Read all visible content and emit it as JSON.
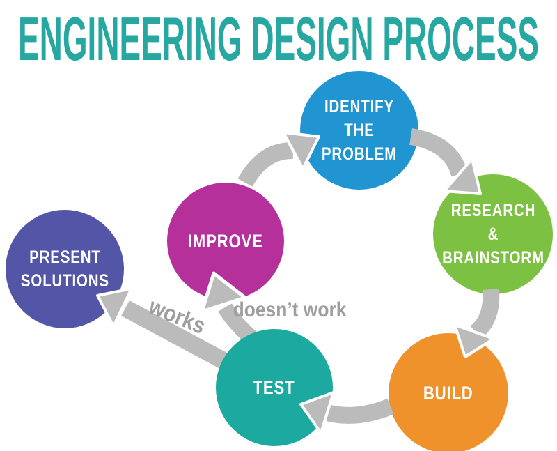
{
  "title": {
    "text": "ENGINEERING DESIGN PROCESS"
  },
  "colors": {
    "title": "#27a7a1",
    "arrow": "#bbbbbb",
    "branch_label": "#9e9e9e",
    "stage_text": "#ffffff"
  },
  "stages": [
    {
      "id": "identify",
      "lines": [
        "IDENTIFY",
        "THE",
        "PROBLEM"
      ],
      "color": "#2095d2"
    },
    {
      "id": "research",
      "lines": [
        "RESEARCH",
        "&",
        "BRAINSTORM"
      ],
      "color": "#7cc142"
    },
    {
      "id": "build",
      "lines": [
        "BUILD"
      ],
      "color": "#f0922c"
    },
    {
      "id": "test",
      "lines": [
        "TEST"
      ],
      "color": "#1ca9a0"
    },
    {
      "id": "improve",
      "lines": [
        "IMPROVE"
      ],
      "color": "#b5309b"
    },
    {
      "id": "present",
      "lines": [
        "PRESENT",
        "SOLUTIONS"
      ],
      "color": "#5356a6"
    }
  ],
  "connections": [
    {
      "from": "identify",
      "to": "research",
      "label": ""
    },
    {
      "from": "research",
      "to": "build",
      "label": ""
    },
    {
      "from": "build",
      "to": "test",
      "label": ""
    },
    {
      "from": "test",
      "to": "present",
      "label": "works"
    },
    {
      "from": "test",
      "to": "improve",
      "label": "doesn’t work"
    },
    {
      "from": "improve",
      "to": "identify",
      "label": ""
    }
  ]
}
